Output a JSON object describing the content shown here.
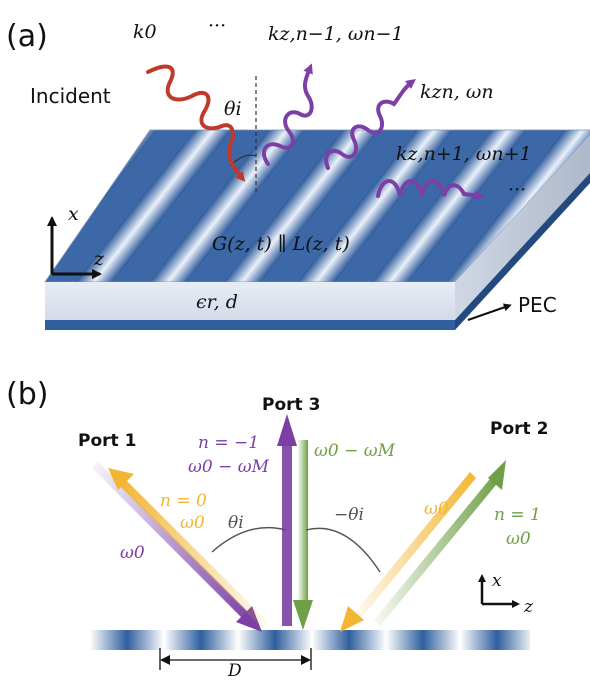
{
  "panel_a": {
    "label": "(a)",
    "k0": "k0",
    "dots_top": "···",
    "k_prev": "kz,n−1, ωn−1",
    "incident": "Incident",
    "theta_i": "θi",
    "k_n": "kzn, ωn",
    "k_next": "kz,n+1, ωn+1",
    "dots_right": "···",
    "axis_x": "x",
    "axis_z": "z",
    "modulation": "G(z, t) ∥ L(z, t)",
    "substrate": "ϵr,  d",
    "pec": "PEC"
  },
  "panel_b": {
    "label": "(b)",
    "port1": "Port 1",
    "port2": "Port 2",
    "port3": "Port 3",
    "n_minus1": "n = −1",
    "w0_minus_wM_purple": "ω0 − ωM",
    "w0_minus_wM_green": "ω0 − ωM",
    "n_zero": "n = 0",
    "w0_yellow_left": "ω0",
    "w0_purple": "ω0",
    "theta_i": "θi",
    "minus_theta_i": "−θi",
    "w0_yellow_right": "ω0",
    "n_one": "n = 1",
    "w0_green": "ω0",
    "axis_x": "x",
    "axis_z": "z",
    "period": "D"
  },
  "colors": {
    "red": "#c0392b",
    "purple": "#7b3fa6",
    "yellow": "#f2b632",
    "green": "#6fa048",
    "slab_blue": "#2f5f9e"
  }
}
